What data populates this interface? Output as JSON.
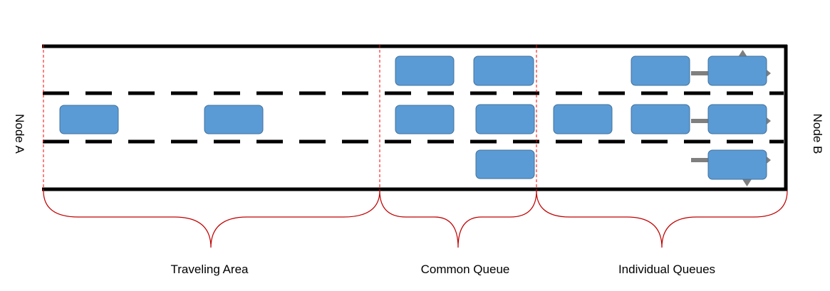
{
  "nodes": {
    "left": "Node A",
    "right": "Node B"
  },
  "sections": [
    {
      "label": "Traveling Area"
    },
    {
      "label": "Common Queue"
    },
    {
      "label": "Individual Queues"
    }
  ],
  "colors": {
    "vehicle": "#5b9bd5",
    "vehicle_border": "#41719c",
    "boundary": "#ff0000",
    "brace": "#c00000",
    "road_line": "#000000",
    "turn_arrow": "#7f7f7f"
  }
}
